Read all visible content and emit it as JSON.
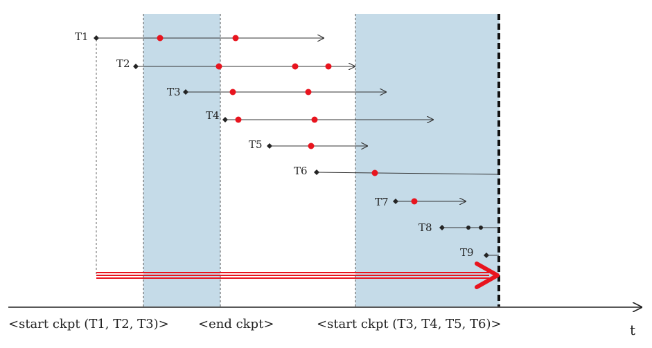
{
  "colors": {
    "shade": "#c5dbe8",
    "red": "#e8141e",
    "line": "#333333",
    "dashed": "#555555"
  },
  "time_axis_label": "t",
  "captions": {
    "start_ckpt_1": "<start ckpt (T1, T2, T3)>",
    "end_ckpt": "<end ckpt>",
    "start_ckpt_2": "<start ckpt (T3, T4, T5, T6)>"
  },
  "transactions": [
    {
      "label": "T1",
      "arrow": true
    },
    {
      "label": "T2",
      "arrow": true
    },
    {
      "label": "T3",
      "arrow": true
    },
    {
      "label": "T4",
      "arrow": true
    },
    {
      "label": "T5",
      "arrow": true
    },
    {
      "label": "T6",
      "arrow": false
    },
    {
      "label": "T7",
      "arrow": true
    },
    {
      "label": "T8",
      "arrow": false
    },
    {
      "label": "T9",
      "arrow": false
    }
  ]
}
